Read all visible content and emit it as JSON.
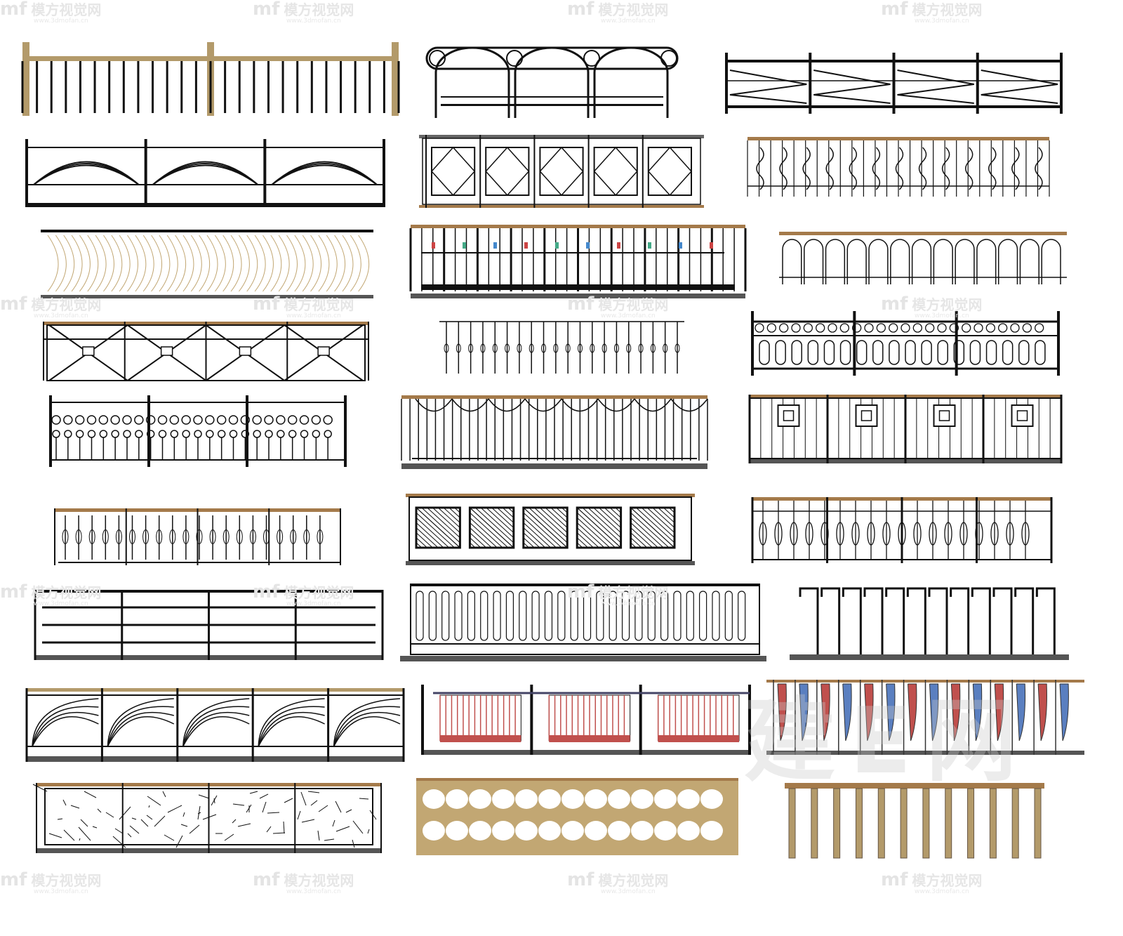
{
  "watermark": {
    "logo": "mf",
    "brand": "模方视觉网",
    "url": "www.3dmofan.cn",
    "big_mark": "建E网"
  },
  "colors": {
    "iron": "#111111",
    "wood": "#b39a6a",
    "handrail": "#a47a4a",
    "base": "#555555",
    "red": "#c0504d",
    "blue": "#5a7fc0",
    "stone": "#c2a773"
  }
}
